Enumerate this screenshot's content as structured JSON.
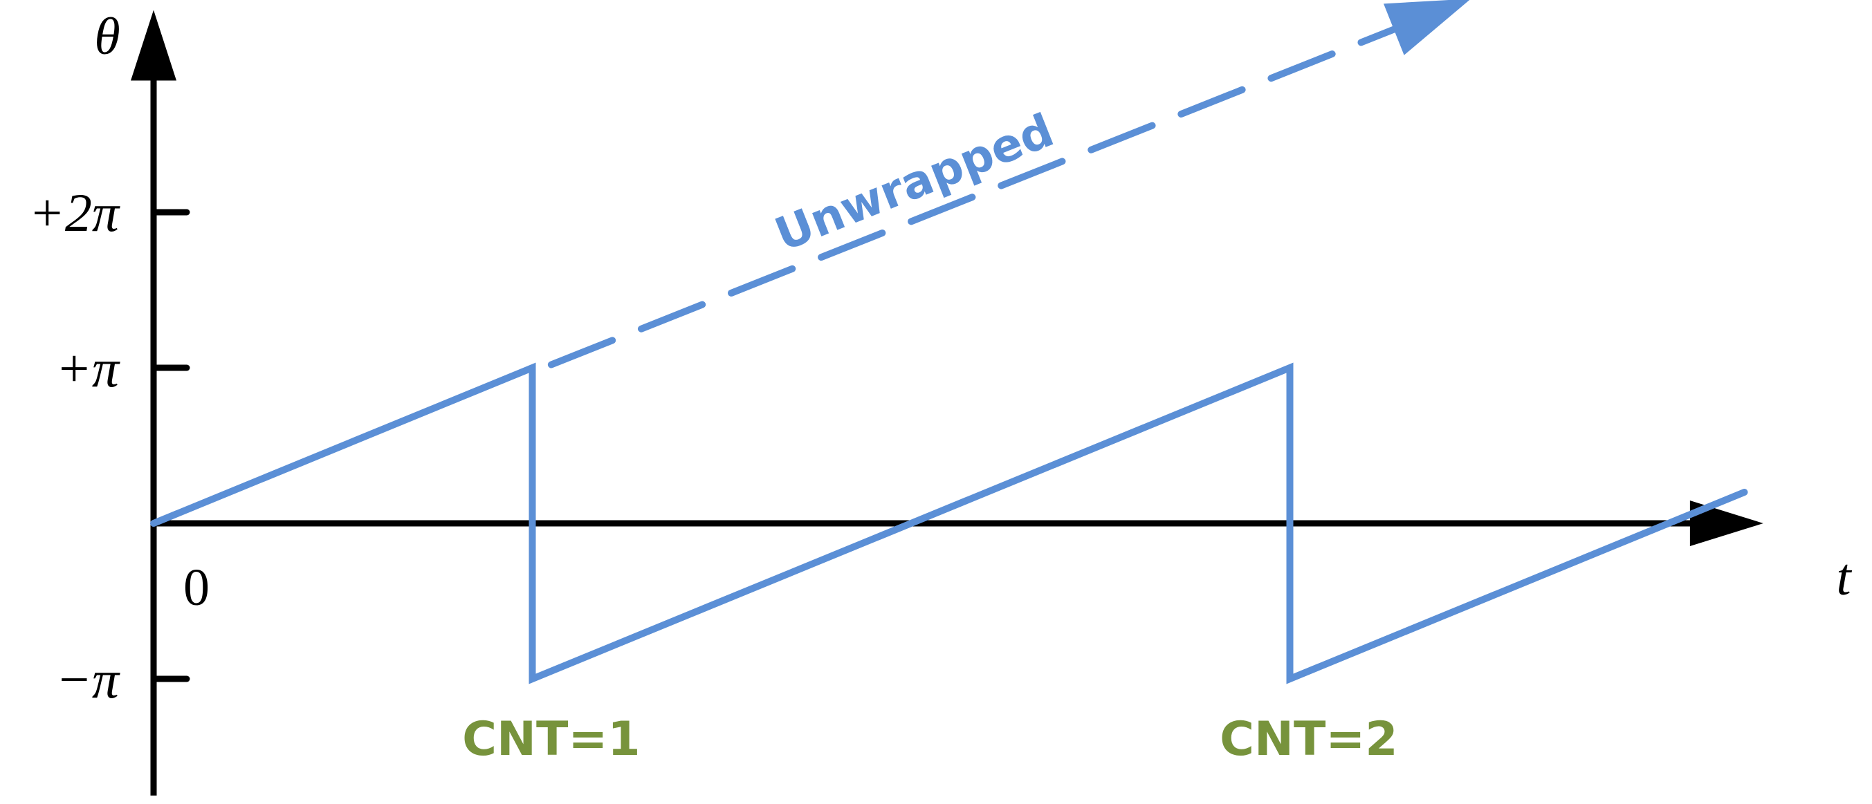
{
  "chart_data": {
    "type": "line",
    "title": "",
    "xlabel": "t",
    "ylabel": "θ",
    "x_origin_label": "0",
    "y_ticks": [
      {
        "value": 2,
        "label": "+2π"
      },
      {
        "value": 1,
        "label": "+π"
      },
      {
        "value": -1,
        "label": "−π"
      }
    ],
    "y_unit": "π",
    "xlim": [
      0,
      4.25
    ],
    "ylim": [
      -1.75,
      3.3
    ],
    "grid": false,
    "legend": "none",
    "series": [
      {
        "style": "solid",
        "points": [
          {
            "x": 0,
            "y": 0
          },
          {
            "x": 1,
            "y": 1
          },
          {
            "x": 1,
            "y": -1
          },
          {
            "x": 3,
            "y": 1
          },
          {
            "x": 3,
            "y": -1
          },
          {
            "x": 4.2,
            "y": 0.2
          }
        ]
      },
      {
        "name": "Unwrapped",
        "style": "dashed",
        "points": [
          {
            "x": 1.05,
            "y": 1.02
          },
          {
            "x": 3.3,
            "y": 3.2
          }
        ]
      }
    ],
    "annotations": [
      {
        "text": "CNT=1",
        "x": 1.05,
        "y": -1.4
      },
      {
        "text": "CNT=2",
        "x": 3.05,
        "y": -1.4
      }
    ],
    "colors": {
      "series": "#5b8fd6",
      "annotation": "#77933c",
      "axis": "#000000"
    }
  }
}
